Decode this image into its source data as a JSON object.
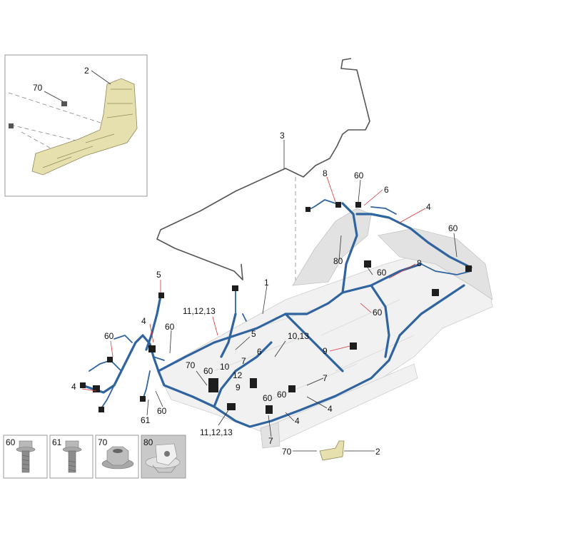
{
  "diagram": {
    "callouts": {
      "c1": "1",
      "c2_inset": "2",
      "c2_bottom": "2",
      "c3": "3",
      "c4_a": "4",
      "c4_b": "4",
      "c4_c": "4",
      "c4_d": "4",
      "c4_e": "4",
      "c5_a": "5",
      "c5_b": "5",
      "c6_a": "6",
      "c6_b": "6",
      "c7_a": "7",
      "c7_b": "7",
      "c7_c": "7",
      "c8_a": "8",
      "c8_b": "8",
      "c9_a": "9",
      "c9_b": "9",
      "c10": "10",
      "c10_13": "10,13",
      "c11_12_13_a": "11,12,13",
      "c11_12_13_b": "11,12,13",
      "c12": "12",
      "c60_a": "60",
      "c60_b": "60",
      "c60_c": "60",
      "c60_d": "60",
      "c60_e": "60",
      "c60_f": "60",
      "c60_g": "60",
      "c60_h": "60",
      "c60_i": "60",
      "c60_j": "60",
      "c61": "61",
      "c70_inset": "70",
      "c70_a": "70",
      "c70_bottom": "70",
      "c80": "80"
    },
    "legend": [
      {
        "code": "60",
        "icon": "bolt-flange-icon"
      },
      {
        "code": "61",
        "icon": "bolt-icon"
      },
      {
        "code": "70",
        "icon": "nut-icon"
      },
      {
        "code": "80",
        "icon": "clip-nut-icon"
      }
    ],
    "colors": {
      "harness": "#2f64a0",
      "bracket": "#e6e0ae",
      "floor": "#f1f1f1"
    }
  }
}
